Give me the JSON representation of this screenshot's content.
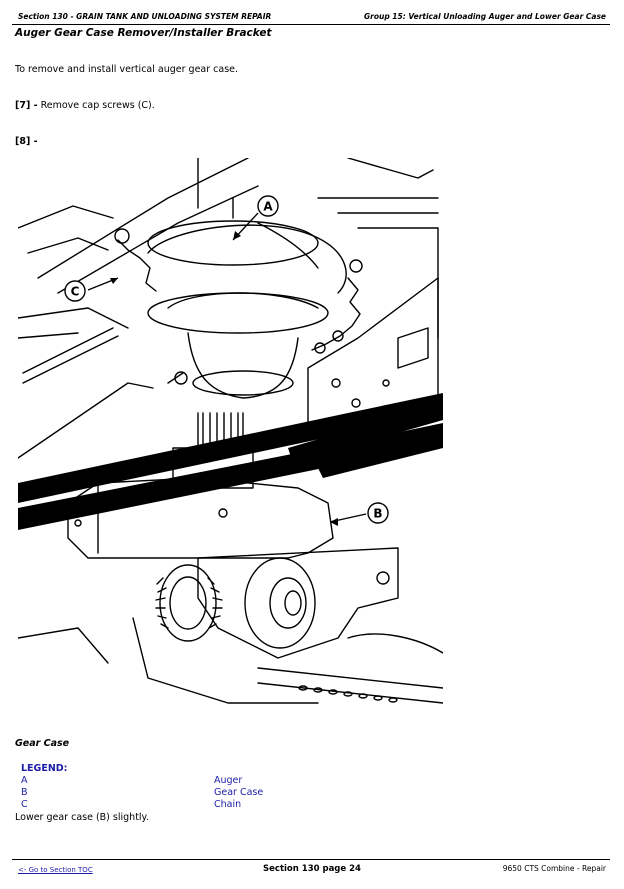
{
  "header": {
    "left": "Section 130 - GRAIN TANK AND UNLOADING SYSTEM REPAIR",
    "right": "Group 15: Vertical Unloading Auger and Lower Gear Case"
  },
  "page_title": "Auger Gear Case Remover/Installer Bracket",
  "intro": "To remove and install vertical auger gear case.",
  "steps": [
    {
      "num": "[7] -",
      "text": "Remove cap screws (C)."
    },
    {
      "num": "[8] -",
      "text": ""
    }
  ],
  "figure": {
    "callouts": [
      "A",
      "B",
      "C"
    ]
  },
  "caption": "Gear Case",
  "legend": {
    "title": "LEGEND:",
    "items": [
      {
        "key": "A",
        "value": "Auger"
      },
      {
        "key": "B",
        "value": "Gear Case"
      },
      {
        "key": "C",
        "value": "Chain"
      }
    ]
  },
  "closing_text": "Lower gear case (B) slightly.",
  "footer": {
    "toc_link": "<- Go to Section TOC",
    "page": "Section 130 page 24",
    "right": "9650 CTS Combine - Repair"
  },
  "colors": {
    "link": "#1d1da8",
    "text": "#000000"
  }
}
